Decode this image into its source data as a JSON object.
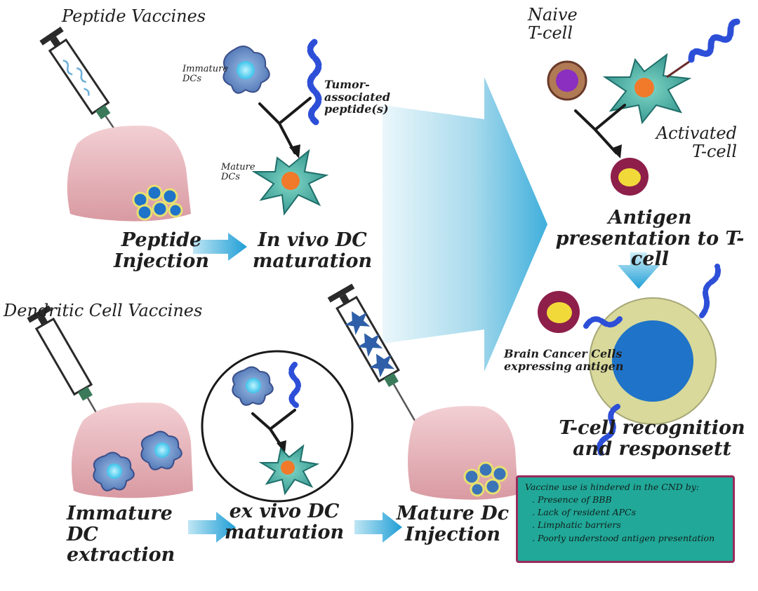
{
  "sections": {
    "peptide": "Peptide Vaccines",
    "dendritic": "Dendritic Cell Vaccines"
  },
  "labels": {
    "immature_dcs": "Immature DCs",
    "tumor_peptide": "Tumor-associated peptide(s)",
    "mature_dcs": "Mature DCs",
    "peptide_injection": "Peptide Injection",
    "in_vivo": "In vivo DC maturation",
    "naive": "Naive T-cell",
    "activated": "Activated T-cell",
    "antigen_presentation": "Antigen presentation to T-cell",
    "brain_cancer": "Brain Cancer Cells expressing antigen",
    "recognition": "T-cell recognition and responsett",
    "immature_extraction": "Immature DC extraction",
    "ex_vivo": "ex vivo DC maturation",
    "mature_injection": "Mature Dc Injection"
  },
  "note": {
    "title": "Vaccine use is hindered in the CND by:",
    "items": [
      "Presence of BBB",
      "Lack of resident APCs",
      "Limphatic barriers",
      "Poorly understood antigen presentation"
    ]
  },
  "colors": {
    "tissue": "#e7b8bd",
    "dc_cell": "#3fa8a0",
    "peptide_chain": "#2d4fd8",
    "arrow": "#2aa6d8",
    "tcell_ring": "#8e1f4a",
    "tcell_core": "#f1d93a",
    "note_bg": "#21a898",
    "note_border": "#9a2a5c"
  }
}
